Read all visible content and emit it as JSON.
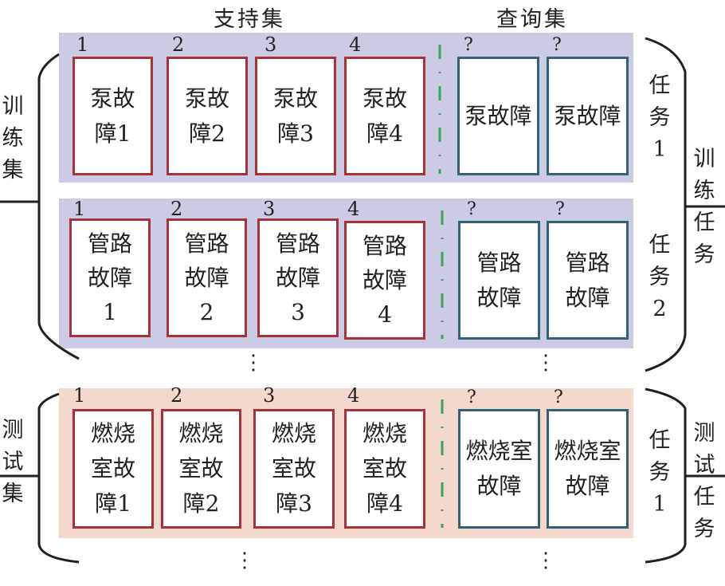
{
  "headers": {
    "support_set": "支持集",
    "query_set": "查询集"
  },
  "colors": {
    "train_band": "#cccbe4",
    "test_band": "#f5d8cd",
    "support_border": "#a83239",
    "query_border": "#336178",
    "separator": "#3aa55a",
    "bracket": "#231f20"
  },
  "left_groups": {
    "train": "训练集",
    "test": "测试集"
  },
  "right_groups": {
    "train": "训练任务",
    "test": "测试任务"
  },
  "rows": [
    {
      "group": "train",
      "task_label": "任务1",
      "support": [
        {
          "index": "1",
          "text": "泵故障1"
        },
        {
          "index": "2",
          "text": "泵故障2"
        },
        {
          "index": "3",
          "text": "泵故障3"
        },
        {
          "index": "4",
          "text": "泵故障4"
        }
      ],
      "query": [
        {
          "index": "?",
          "text": "泵故障"
        },
        {
          "index": "?",
          "text": "泵故障"
        }
      ]
    },
    {
      "group": "train",
      "task_label": "任务2",
      "support": [
        {
          "index": "1",
          "text": "管路故障1"
        },
        {
          "index": "2",
          "text": "管路故障2"
        },
        {
          "index": "3",
          "text": "管路故障3"
        },
        {
          "index": "4",
          "text": "管路故障4"
        }
      ],
      "query": [
        {
          "index": "?",
          "text": "管路故障"
        },
        {
          "index": "?",
          "text": "管路故障"
        }
      ]
    },
    {
      "group": "test",
      "task_label": "任务1",
      "support": [
        {
          "index": "1",
          "text": "燃烧室故障1"
        },
        {
          "index": "2",
          "text": "燃烧室故障2"
        },
        {
          "index": "3",
          "text": "燃烧室故障3"
        },
        {
          "index": "4",
          "text": "燃烧室故障4"
        }
      ],
      "query": [
        {
          "index": "?",
          "text": "燃烧室故障"
        },
        {
          "index": "?",
          "text": "燃烧室故障"
        }
      ]
    }
  ],
  "ellipsis": "⋮"
}
